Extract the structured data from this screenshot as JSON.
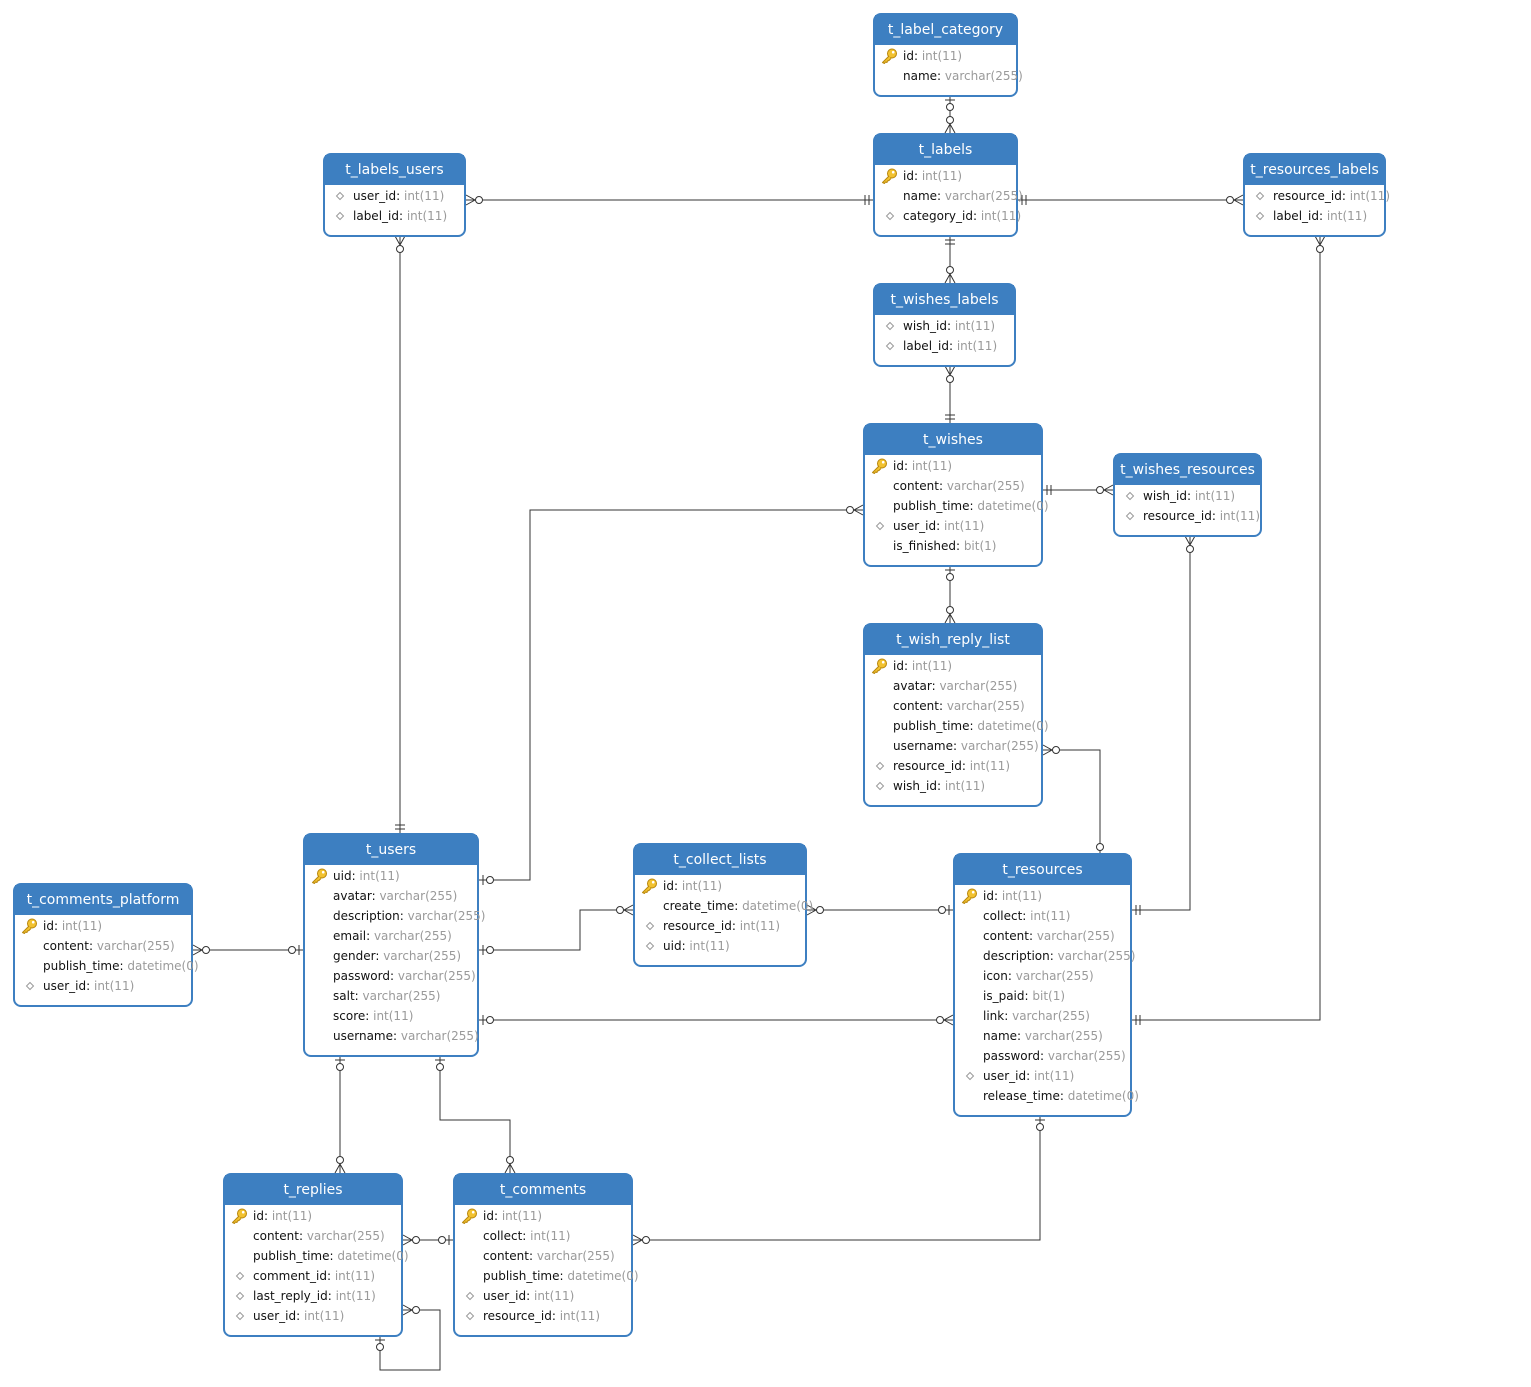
{
  "tables": {
    "t_label_category": {
      "name": "t_label_category",
      "fields": [
        {
          "name": "id",
          "type": "int(11)",
          "key": "pk"
        },
        {
          "name": "name",
          "type": "varchar(255)",
          "key": ""
        }
      ]
    },
    "t_labels": {
      "name": "t_labels",
      "fields": [
        {
          "name": "id",
          "type": "int(11)",
          "key": "pk"
        },
        {
          "name": "name",
          "type": "varchar(255)",
          "key": ""
        },
        {
          "name": "category_id",
          "type": "int(11)",
          "key": "fk"
        }
      ]
    },
    "t_labels_users": {
      "name": "t_labels_users",
      "fields": [
        {
          "name": "user_id",
          "type": "int(11)",
          "key": "fk"
        },
        {
          "name": "label_id",
          "type": "int(11)",
          "key": "fk"
        }
      ]
    },
    "t_resources_labels": {
      "name": "t_resources_labels",
      "fields": [
        {
          "name": "resource_id",
          "type": "int(11)",
          "key": "fk"
        },
        {
          "name": "label_id",
          "type": "int(11)",
          "key": "fk"
        }
      ]
    },
    "t_wishes_labels": {
      "name": "t_wishes_labels",
      "fields": [
        {
          "name": "wish_id",
          "type": "int(11)",
          "key": "fk"
        },
        {
          "name": "label_id",
          "type": "int(11)",
          "key": "fk"
        }
      ]
    },
    "t_wishes": {
      "name": "t_wishes",
      "fields": [
        {
          "name": "id",
          "type": "int(11)",
          "key": "pk"
        },
        {
          "name": "content",
          "type": "varchar(255)",
          "key": ""
        },
        {
          "name": "publish_time",
          "type": "datetime(0)",
          "key": ""
        },
        {
          "name": "user_id",
          "type": "int(11)",
          "key": "fk"
        },
        {
          "name": "is_finished",
          "type": "bit(1)",
          "key": ""
        }
      ]
    },
    "t_wishes_resources": {
      "name": "t_wishes_resources",
      "fields": [
        {
          "name": "wish_id",
          "type": "int(11)",
          "key": "fk"
        },
        {
          "name": "resource_id",
          "type": "int(11)",
          "key": "fk"
        }
      ]
    },
    "t_wish_reply_list": {
      "name": "t_wish_reply_list",
      "fields": [
        {
          "name": "id",
          "type": "int(11)",
          "key": "pk"
        },
        {
          "name": "avatar",
          "type": "varchar(255)",
          "key": ""
        },
        {
          "name": "content",
          "type": "varchar(255)",
          "key": ""
        },
        {
          "name": "publish_time",
          "type": "datetime(0)",
          "key": ""
        },
        {
          "name": "username",
          "type": "varchar(255)",
          "key": ""
        },
        {
          "name": "resource_id",
          "type": "int(11)",
          "key": "fk"
        },
        {
          "name": "wish_id",
          "type": "int(11)",
          "key": "fk"
        }
      ]
    },
    "t_users": {
      "name": "t_users",
      "fields": [
        {
          "name": "uid",
          "type": "int(11)",
          "key": "pk"
        },
        {
          "name": "avatar",
          "type": "varchar(255)",
          "key": ""
        },
        {
          "name": "description",
          "type": "varchar(255)",
          "key": ""
        },
        {
          "name": "email",
          "type": "varchar(255)",
          "key": ""
        },
        {
          "name": "gender",
          "type": "varchar(255)",
          "key": ""
        },
        {
          "name": "password",
          "type": "varchar(255)",
          "key": ""
        },
        {
          "name": "salt",
          "type": "varchar(255)",
          "key": ""
        },
        {
          "name": "score",
          "type": "int(11)",
          "key": ""
        },
        {
          "name": "username",
          "type": "varchar(255)",
          "key": ""
        }
      ]
    },
    "t_collect_lists": {
      "name": "t_collect_lists",
      "fields": [
        {
          "name": "id",
          "type": "int(11)",
          "key": "pk"
        },
        {
          "name": "create_time",
          "type": "datetime(0)",
          "key": ""
        },
        {
          "name": "resource_id",
          "type": "int(11)",
          "key": "fk"
        },
        {
          "name": "uid",
          "type": "int(11)",
          "key": "fk"
        }
      ]
    },
    "t_resources": {
      "name": "t_resources",
      "fields": [
        {
          "name": "id",
          "type": "int(11)",
          "key": "pk"
        },
        {
          "name": "collect",
          "type": "int(11)",
          "key": ""
        },
        {
          "name": "content",
          "type": "varchar(255)",
          "key": ""
        },
        {
          "name": "description",
          "type": "varchar(255)",
          "key": ""
        },
        {
          "name": "icon",
          "type": "varchar(255)",
          "key": ""
        },
        {
          "name": "is_paid",
          "type": "bit(1)",
          "key": ""
        },
        {
          "name": "link",
          "type": "varchar(255)",
          "key": ""
        },
        {
          "name": "name",
          "type": "varchar(255)",
          "key": ""
        },
        {
          "name": "password",
          "type": "varchar(255)",
          "key": ""
        },
        {
          "name": "user_id",
          "type": "int(11)",
          "key": "fk"
        },
        {
          "name": "release_time",
          "type": "datetime(0)",
          "key": ""
        }
      ]
    },
    "t_comments_platform": {
      "name": "t_comments_platform",
      "fields": [
        {
          "name": "id",
          "type": "int(11)",
          "key": "pk"
        },
        {
          "name": "content",
          "type": "varchar(255)",
          "key": ""
        },
        {
          "name": "publish_time",
          "type": "datetime(0)",
          "key": ""
        },
        {
          "name": "user_id",
          "type": "int(11)",
          "key": "fk"
        }
      ]
    },
    "t_replies": {
      "name": "t_replies",
      "fields": [
        {
          "name": "id",
          "type": "int(11)",
          "key": "pk"
        },
        {
          "name": "content",
          "type": "varchar(255)",
          "key": ""
        },
        {
          "name": "publish_time",
          "type": "datetime(0)",
          "key": ""
        },
        {
          "name": "comment_id",
          "type": "int(11)",
          "key": "fk"
        },
        {
          "name": "last_reply_id",
          "type": "int(11)",
          "key": "fk"
        },
        {
          "name": "user_id",
          "type": "int(11)",
          "key": "fk"
        }
      ]
    },
    "t_comments": {
      "name": "t_comments",
      "fields": [
        {
          "name": "id",
          "type": "int(11)",
          "key": "pk"
        },
        {
          "name": "collect",
          "type": "int(11)",
          "key": ""
        },
        {
          "name": "content",
          "type": "varchar(255)",
          "key": ""
        },
        {
          "name": "publish_time",
          "type": "datetime(0)",
          "key": ""
        },
        {
          "name": "user_id",
          "type": "int(11)",
          "key": "fk"
        },
        {
          "name": "resource_id",
          "type": "int(11)",
          "key": "fk"
        }
      ]
    }
  },
  "relationships": [
    {
      "from": "t_labels",
      "from_card": "zero-or-one",
      "to": "t_label_category",
      "to_card": "zero-or-one"
    },
    {
      "from": "t_labels_users",
      "from_card": "zero-or-many",
      "to": "t_labels",
      "to_card": "one-and-only-one"
    },
    {
      "from": "t_resources_labels",
      "from_card": "zero-or-many",
      "to": "t_labels",
      "to_card": "one-and-only-one"
    },
    {
      "from": "t_wishes_labels",
      "from_card": "zero-or-many",
      "to": "t_labels",
      "to_card": "one-and-only-one"
    },
    {
      "from": "t_wishes_labels",
      "from_card": "zero-or-many",
      "to": "t_wishes",
      "to_card": "one-and-only-one"
    },
    {
      "from": "t_wishes_resources",
      "from_card": "zero-or-many",
      "to": "t_wishes",
      "to_card": "one-and-only-one"
    },
    {
      "from": "t_labels_users",
      "from_card": "zero-or-many",
      "to": "t_users",
      "to_card": "one-and-only-one"
    },
    {
      "from": "t_resources_labels",
      "from_card": "zero-or-many",
      "to": "t_resources",
      "to_card": "one-and-only-one"
    },
    {
      "from": "t_wishes_resources",
      "from_card": "zero-or-many",
      "to": "t_resources",
      "to_card": "one-and-only-one"
    },
    {
      "from": "t_wishes",
      "from_card": "zero-or-many",
      "to": "t_users",
      "to_card": "zero-or-one"
    },
    {
      "from": "t_wish_reply_list",
      "from_card": "zero-or-many",
      "to": "t_wishes",
      "to_card": "zero-or-one"
    },
    {
      "from": "t_wish_reply_list",
      "from_card": "zero-or-many",
      "to": "t_resources",
      "to_card": "zero-or-one"
    },
    {
      "from": "t_collect_lists",
      "from_card": "zero-or-many",
      "to": "t_users",
      "to_card": "zero-or-one"
    },
    {
      "from": "t_collect_lists",
      "from_card": "zero-or-many",
      "to": "t_resources",
      "to_card": "zero-or-one"
    },
    {
      "from": "t_resources",
      "from_card": "zero-or-many",
      "to": "t_users",
      "to_card": "zero-or-one"
    },
    {
      "from": "t_comments_platform",
      "from_card": "zero-or-many",
      "to": "t_users",
      "to_card": "zero-or-one"
    },
    {
      "from": "t_replies",
      "from_card": "zero-or-many",
      "to": "t_users",
      "to_card": "zero-or-one"
    },
    {
      "from": "t_comments",
      "from_card": "zero-or-many",
      "to": "t_users",
      "to_card": "zero-or-one"
    },
    {
      "from": "t_replies",
      "from_card": "zero-or-many",
      "to": "t_comments",
      "to_card": "zero-or-one"
    },
    {
      "from": "t_comments",
      "from_card": "zero-or-many",
      "to": "t_resources",
      "to_card": "zero-or-one"
    },
    {
      "from": "t_replies",
      "from_card": "zero-or-many",
      "to": "t_replies",
      "to_card": "zero-or-one"
    }
  ],
  "colors": {
    "header": "#3d7fc1",
    "border": "#3d7fc1",
    "field_name": "#111111",
    "field_type": "#9a9a9a",
    "line": "#333333",
    "key": "#e8b321"
  }
}
